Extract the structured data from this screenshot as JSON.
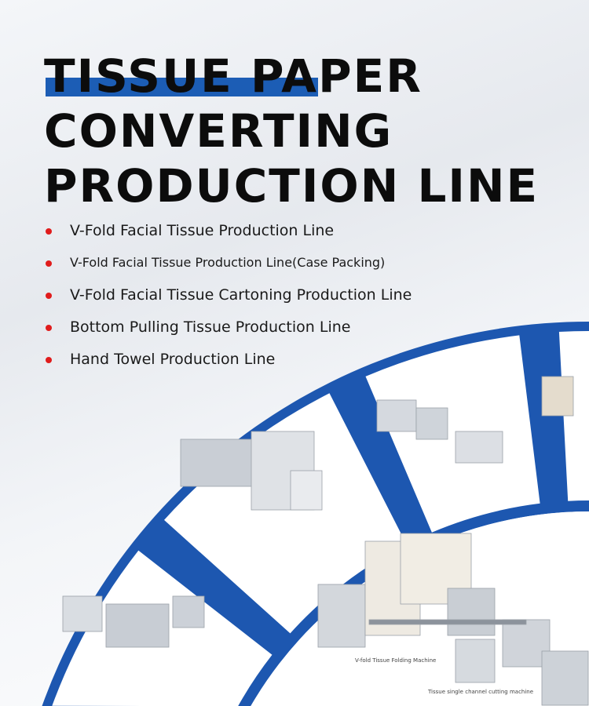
{
  "title": {
    "lines": [
      "TISSUE PAPER",
      "CONVERTING",
      "PRODUCTION LINE"
    ]
  },
  "product_lines": [
    "V-Fold Facial Tissue  Production Line",
    "V-Fold Facial Tissue  Production Line(Case Packing)",
    "V-Fold Facial Tissue Cartoning  Production Line",
    "Bottom Pulling Tissue  Production Line",
    "Hand Towel Production Line"
  ],
  "captions": {
    "folding_machine": "V-fold Tissue Folding Machine",
    "cutting_machine": "Tissue single channel cutting machine"
  },
  "colors": {
    "accent_blue": "#1c5db5",
    "bullet_red": "#e01c1c",
    "title": "#0c0c0c"
  }
}
